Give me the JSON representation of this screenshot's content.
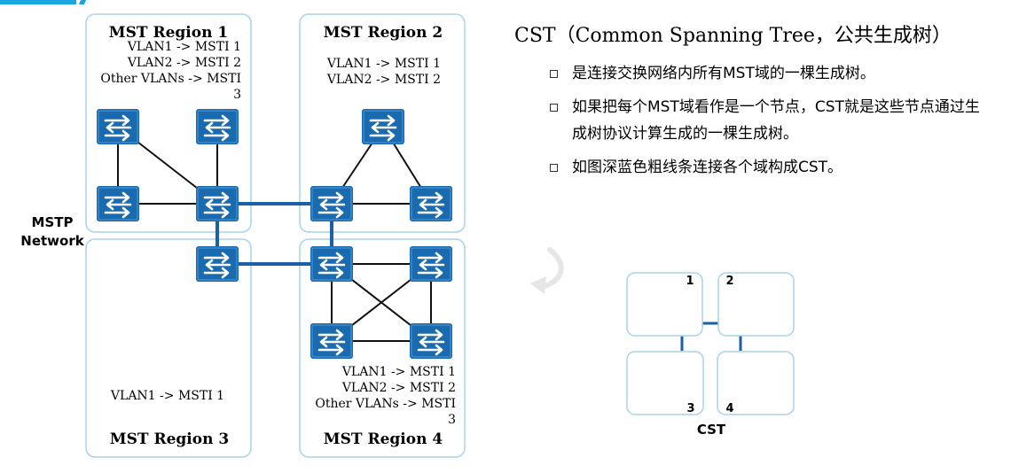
{
  "diagram": {
    "side_label_line1": "MSTP",
    "side_label_line2": "Network",
    "regions": [
      {
        "title": "MST Region 1",
        "vlan_lines": [
          "VLAN1 -> MSTI 1",
          "VLAN2 -> MSTI 2",
          "Other VLANs -> MSTI",
          "3"
        ]
      },
      {
        "title": "MST Region 2",
        "vlan_lines": [
          "VLAN1 -> MSTI 1",
          "VLAN2 -> MSTI 2"
        ]
      },
      {
        "title": "MST Region 3",
        "vlan_lines": [
          "VLAN1 -> MSTI 1"
        ]
      },
      {
        "title": "MST Region 4",
        "vlan_lines": [
          "VLAN1 -> MSTI 1",
          "VLAN2 -> MSTI 2",
          "Other VLANs -> MSTI",
          "3"
        ]
      }
    ]
  },
  "text": {
    "heading": "CST（Common Spanning Tree，公共生成树）",
    "bullets": [
      "是连接交换网络内所有MST域的一棵生成树。",
      "如果把每个MST域看作是一个节点，CST就是这些节点通过生成树协议计算生成的一棵生成树。",
      "如图深蓝色粗线条连接各个域构成CST。"
    ]
  },
  "cst_diagram": {
    "node_labels": [
      "1",
      "2",
      "3",
      "4"
    ],
    "caption": "CST"
  },
  "colors": {
    "region_border": "#a9d3ec",
    "switch_blue": "#1a6ab0",
    "cst_link": "#1a5fa8",
    "thin_link": "#111111",
    "accent": "#1aa4e0"
  }
}
